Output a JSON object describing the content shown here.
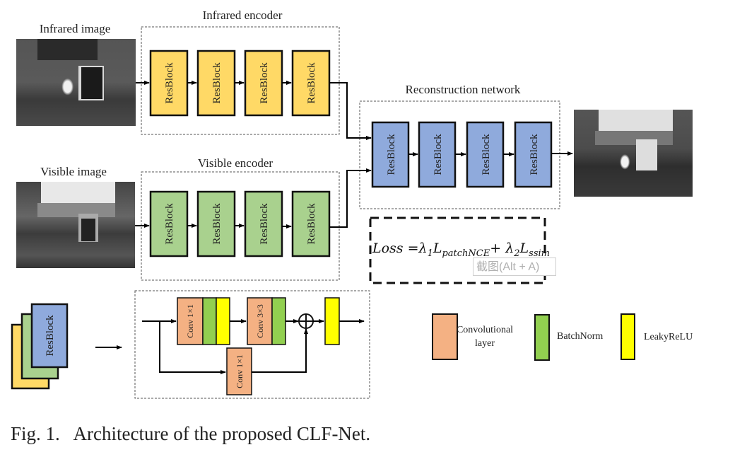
{
  "colors": {
    "infrared_block": "#FFD966",
    "visible_block": "#A9D18E",
    "recon_block": "#8FAADC",
    "conv": "#F4B183",
    "batchnorm": "#92D050",
    "leakyrelu": "#FFFF00"
  },
  "inputs": {
    "infrared_label": "Infrared image",
    "visible_label": "Visible image"
  },
  "encoders": {
    "infrared": {
      "title": "Infrared encoder",
      "blocks": [
        "ResBlock",
        "ResBlock",
        "ResBlock",
        "ResBlock"
      ]
    },
    "visible": {
      "title": "Visible encoder",
      "blocks": [
        "ResBlock",
        "ResBlock",
        "ResBlock",
        "ResBlock"
      ]
    }
  },
  "reconstruction": {
    "title": "Reconstruction network",
    "blocks": [
      "ResBlock",
      "ResBlock",
      "ResBlock",
      "ResBlock"
    ]
  },
  "loss": {
    "prefix": "Loss =",
    "lambda1": "λ",
    "lambda1_sub": "1",
    "term1": "L",
    "term1_sub": "patchNCE",
    "plus": "+ ",
    "lambda2": "λ",
    "lambda2_sub": "2",
    "term2": "L",
    "term2_sub": "ssim"
  },
  "tooltip": "截图(Alt + A)",
  "resblock_detail": {
    "stack_label": "ResBlock",
    "conv1": "Conv 1×1",
    "conv2": "Conv 3×3",
    "conv_skip": "Conv 1×1"
  },
  "legend": [
    {
      "label_line1": "Convolutional",
      "label_line2": "layer",
      "kind": "conv"
    },
    {
      "label_line1": "BatchNorm",
      "label_line2": "",
      "kind": "batchnorm"
    },
    {
      "label_line1": "LeakyReLU",
      "label_line2": "",
      "kind": "leakyrelu"
    }
  ],
  "caption": {
    "fig": "Fig. 1.",
    "text": "Architecture of the proposed CLF-Net."
  }
}
